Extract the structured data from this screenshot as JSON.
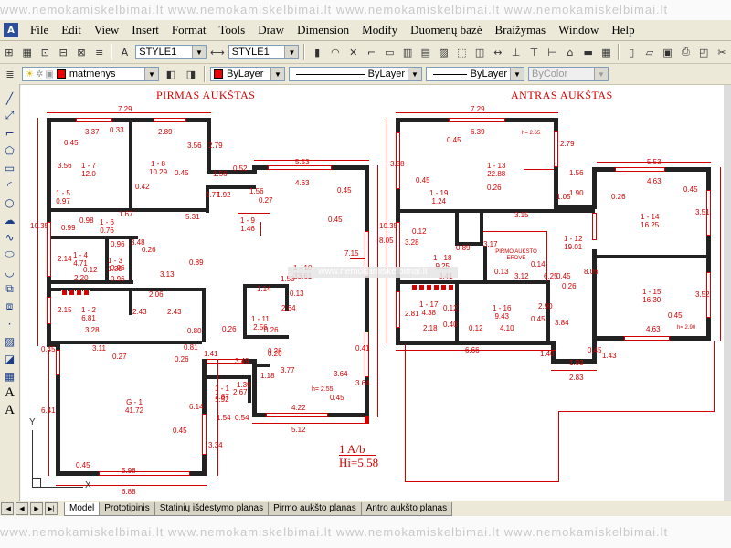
{
  "watermark": {
    "top": "www.nemokamiskelbimai.lt   www.nemokamiskelbimai.lt   www.nemokamiskelbimai.lt   www.nemokamiskelbimai.lt",
    "bottom": "www.nemokamiskelbimai.lt   www.nemokamiskelbimai.lt   www.nemokamiskelbimai.lt   www.nemokamiskelbimai.lt",
    "canvas": "www.nemokamiskelbimai.lt"
  },
  "menu": [
    "File",
    "Edit",
    "View",
    "Insert",
    "Format",
    "Tools",
    "Draw",
    "Dimension",
    "Modify",
    "Duomenų bazė",
    "Braižymas",
    "Window",
    "Help"
  ],
  "toolbar": {
    "text_style": "STYLE1",
    "dim_style": "STYLE1",
    "layer": "matmenys",
    "color": "ByLayer",
    "linetype": "ByLayer",
    "lineweight": "ByLayer",
    "plotstyle": "ByColor",
    "accent_color": "#e00000"
  },
  "tabs": [
    "Model",
    "Prototipinis",
    "Statinių išdėstymo planas",
    "Pirmo aukšto planas",
    "Antro aukšto planas"
  ],
  "active_tab": "Model",
  "plan1": {
    "title": "PIRMAS AUKŠTAS",
    "rooms": [
      {
        "id": "1 - 7",
        "area": "12.0"
      },
      {
        "id": "1 - 8",
        "area": "10.29"
      },
      {
        "id": "1 - 5",
        "area": "0.97"
      },
      {
        "id": "1 - 6",
        "area": "0.76"
      },
      {
        "id": "1 - 9",
        "area": "1.46"
      },
      {
        "id": "1 - 4",
        "area": "4.71"
      },
      {
        "id": "1 - 3",
        "area": "1.39"
      },
      {
        "id": "1 - 10",
        "area": "33.61"
      },
      {
        "id": "1 - 11",
        "area": "2.56"
      },
      {
        "id": "1 - 2",
        "area": "6.81"
      },
      {
        "id": "1 - 1",
        "area": "2.67"
      },
      {
        "id": "G - 1",
        "area": "41.72"
      }
    ],
    "dims": [
      "7.29",
      "3.37",
      "0.33",
      "2.89",
      "0.45",
      "3.56",
      "3.56",
      "0.45",
      "0.42",
      "1.56",
      "0.52",
      "2.79",
      "5.53",
      "4.63",
      "0.45",
      "0.27",
      "1.56",
      "1.92",
      "0.77",
      "5.31",
      "0.26",
      "0.99",
      "0.96",
      "0.98",
      "1.67",
      "3.48",
      "0.96",
      "0.26",
      "2.14",
      "0.12",
      "2.20",
      "0.96",
      "3.13",
      "0.89",
      "0.45",
      "7.15",
      "8.05",
      "10.35",
      "1.53",
      "1.14",
      "0.13",
      "2.64",
      "0.26",
      "0.26",
      "2.06",
      "2.43",
      "2.43",
      "2.15",
      "3.28",
      "3.11",
      "0.27",
      "0.81",
      "1.41",
      "0.80",
      "0.26",
      "0.45",
      "0.41",
      "3.49",
      "1.18",
      "1.39",
      "3.77",
      "0.26",
      "3.64",
      "3.64",
      "4.22",
      "0.45",
      "1.92",
      "2.67",
      "5.12",
      "6.41",
      "6.14",
      "1.54",
      "0.54",
      "3.34",
      "0.45",
      "0.45",
      "5.98",
      "6.88"
    ],
    "height_note": "h= 2.55",
    "mark": "1 A/b",
    "mark_hi": "Hi=5.58"
  },
  "plan2": {
    "title": "ANTRAS AUKŠTAS",
    "rooms": [
      {
        "id": "1 - 13",
        "area": "22.88"
      },
      {
        "id": "1 - 19",
        "area": "1.24"
      },
      {
        "id": "1 - 14",
        "area": "16.25"
      },
      {
        "id": "1 - 12",
        "area": "19.01"
      },
      {
        "id": "1 - 18",
        "area": "9.25"
      },
      {
        "id": "1 - 15",
        "area": "16.30"
      },
      {
        "id": "1 - 17",
        "area": "4.38"
      },
      {
        "id": "1 - 16",
        "area": "9.43"
      }
    ],
    "dims": [
      "7.29",
      "6.39",
      "0.45",
      "3.58",
      "0.26",
      "0.45",
      "2.79",
      "1.56",
      "1.90",
      "1.05",
      "5.53",
      "4.63",
      "0.26",
      "0.45",
      "3.51",
      "3.15",
      "0.12",
      "3.28",
      "0.89",
      "0.13",
      "3.12",
      "3.17",
      "0.14",
      "3.41",
      "0.45",
      "0.26",
      "8.06",
      "2.81",
      "0.40",
      "0.12",
      "0.12",
      "4.10",
      "2.18",
      "0.45",
      "2.90",
      "3.84",
      "6.66",
      "1.40",
      "1.93",
      "0.45",
      "2.83",
      "1.43",
      "0.45",
      "4.63",
      "3.52",
      "10.35",
      "6.25"
    ],
    "height_note": "h= 2.65",
    "height_note2": "h= 2.90",
    "stair_note": "PIRMO AUKSTO ERDVE"
  },
  "axes": {
    "y": "Y",
    "x": "X"
  }
}
